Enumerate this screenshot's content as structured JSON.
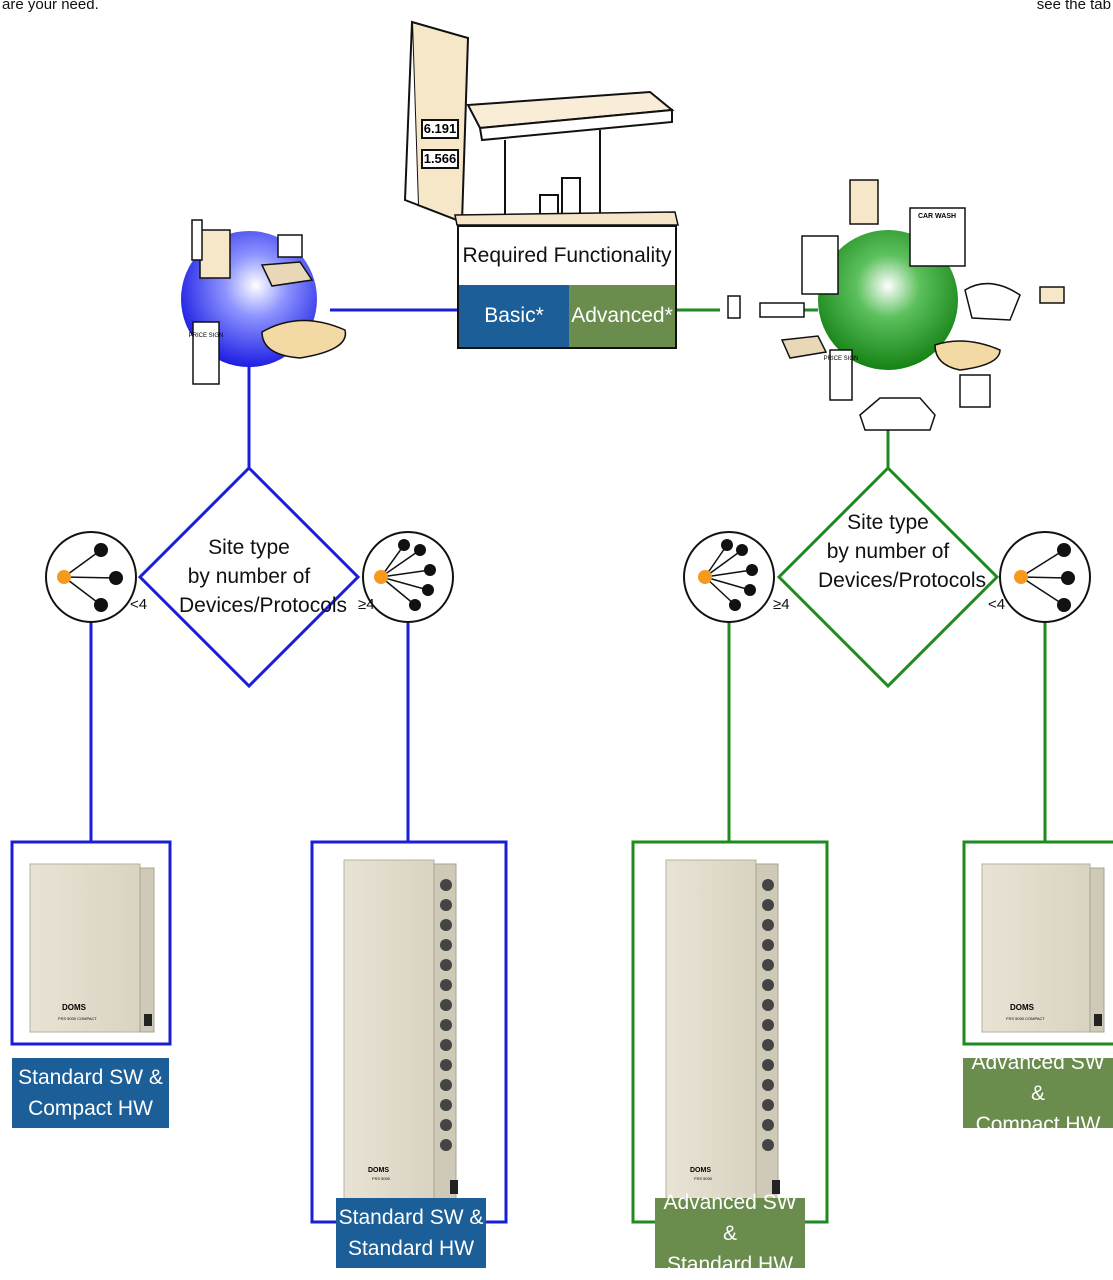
{
  "corner": {
    "left_text": "are your need.",
    "right_text": "see the tab"
  },
  "functionality": {
    "title": "Required Functionality",
    "basic": "Basic*",
    "advanced": "Advanced*"
  },
  "illustrations": {
    "price_sign_text": "PRICE SIGN",
    "car_wash_text": "CAR WASH",
    "pump_digits_1": "6.191",
    "pump_digits_2": "1.566"
  },
  "decision_left": {
    "label_line1": "Site type",
    "label_line2": "by number of",
    "label_line3": "Devices/Protocols",
    "left_ratio": "<4",
    "right_ratio": "≥4"
  },
  "decision_right": {
    "label_line1": "Site type",
    "label_line2": "by number of",
    "label_line3": "Devices/Protocols",
    "left_ratio": "≥4",
    "right_ratio": "<4"
  },
  "products": [
    {
      "line1": "Standard SW &",
      "line2": "Compact HW",
      "brand": "DOMS",
      "model": "PSS 5000 COMPACT"
    },
    {
      "line1": "Standard SW &",
      "line2": "Standard HW",
      "brand": "DOMS",
      "model": "PSS 5000"
    },
    {
      "line1": "Advanced SW &",
      "line2": "Standard HW",
      "brand": "DOMS",
      "model": "PSS 5000"
    },
    {
      "line1": "Advanced SW &",
      "line2": "Compact HW",
      "brand": "DOMS",
      "model": "PSS 5000 COMPACT"
    }
  ],
  "colors": {
    "blue": "#1a1fd6",
    "green": "#1f8a1f",
    "label_blue": "#1b5e98",
    "label_green": "#6a8c4c",
    "node_orange": "#f59a1e"
  }
}
